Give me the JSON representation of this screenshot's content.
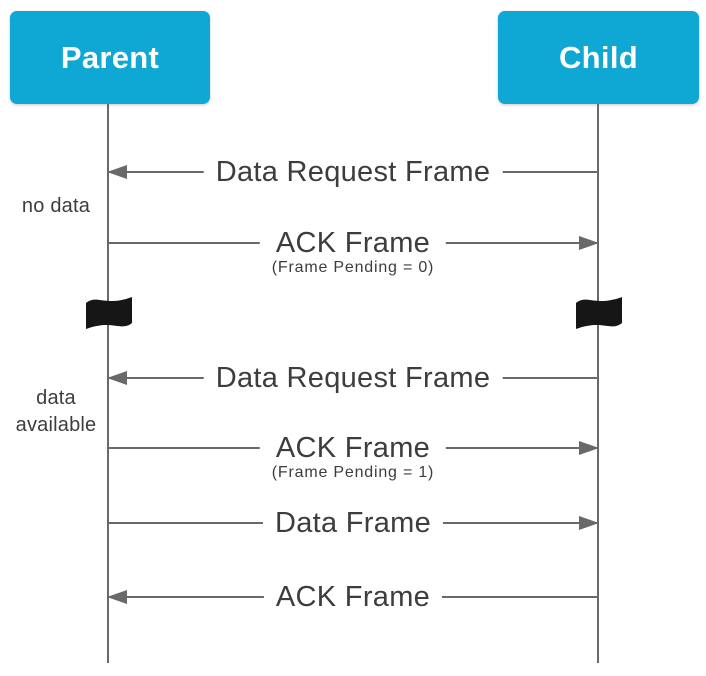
{
  "diagram": {
    "type": "sequence-diagram",
    "accent_color": "#0FA7D4",
    "line_color": "#696969",
    "text_color": "#3D3D3D",
    "flag_color": "#161616"
  },
  "actors": {
    "parent": {
      "label": "Parent"
    },
    "child": {
      "label": "Child"
    }
  },
  "annotations": {
    "no_data": "no data",
    "data_available": "data available"
  },
  "icons": {
    "flag": "flag-icon"
  },
  "messages": [
    {
      "label": "Data Request Frame",
      "sub": "",
      "from": "child",
      "to": "parent",
      "direction": "left"
    },
    {
      "label": "ACK Frame",
      "sub": "(Frame Pending = 0)",
      "from": "parent",
      "to": "child",
      "direction": "right"
    },
    {
      "label": "Data Request Frame",
      "sub": "",
      "from": "child",
      "to": "parent",
      "direction": "left"
    },
    {
      "label": "ACK Frame",
      "sub": "(Frame Pending = 1)",
      "from": "parent",
      "to": "child",
      "direction": "right"
    },
    {
      "label": "Data Frame",
      "sub": "",
      "from": "parent",
      "to": "child",
      "direction": "right"
    },
    {
      "label": "ACK Frame",
      "sub": "",
      "from": "child",
      "to": "parent",
      "direction": "left"
    }
  ]
}
